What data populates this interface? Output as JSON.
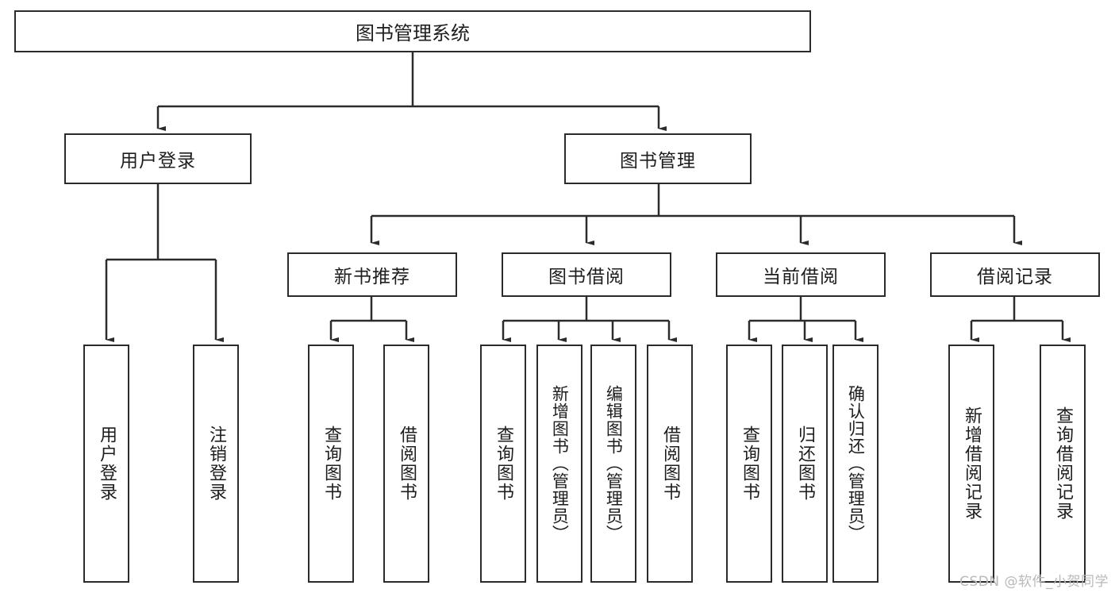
{
  "diagram": {
    "title": "图书管理系统",
    "root": {
      "label": "图书管理系统"
    },
    "level2": [
      {
        "label": "用户登录"
      },
      {
        "label": "图书管理"
      }
    ],
    "level3": [
      {
        "label": "新书推荐"
      },
      {
        "label": "图书借阅"
      },
      {
        "label": "当前借阅"
      },
      {
        "label": "借阅记录"
      }
    ],
    "leaves": {
      "user_login": [
        {
          "label": "用户登录"
        },
        {
          "label": "注销登录"
        }
      ],
      "new_book_recommend": [
        {
          "label": "查询图书"
        },
        {
          "label": "借阅图书"
        }
      ],
      "book_borrow": [
        {
          "label": "查询图书"
        },
        {
          "label": "新增图书（管理员）"
        },
        {
          "label": "编辑图书（管理员）"
        },
        {
          "label": "借阅图书"
        }
      ],
      "current_borrow": [
        {
          "label": "查询图书"
        },
        {
          "label": "归还图书"
        },
        {
          "label": "确认归还（管理员）"
        }
      ],
      "borrow_record": [
        {
          "label": "新增借阅记录"
        },
        {
          "label": "查询借阅记录"
        }
      ]
    }
  },
  "watermark": {
    "text": "CSDN @软件_小贺同学"
  },
  "colors": {
    "stroke": "#2b2b2b",
    "box_fill": "#ffffff",
    "text": "#1d1d1d",
    "watermark": "#b9b9b9"
  }
}
